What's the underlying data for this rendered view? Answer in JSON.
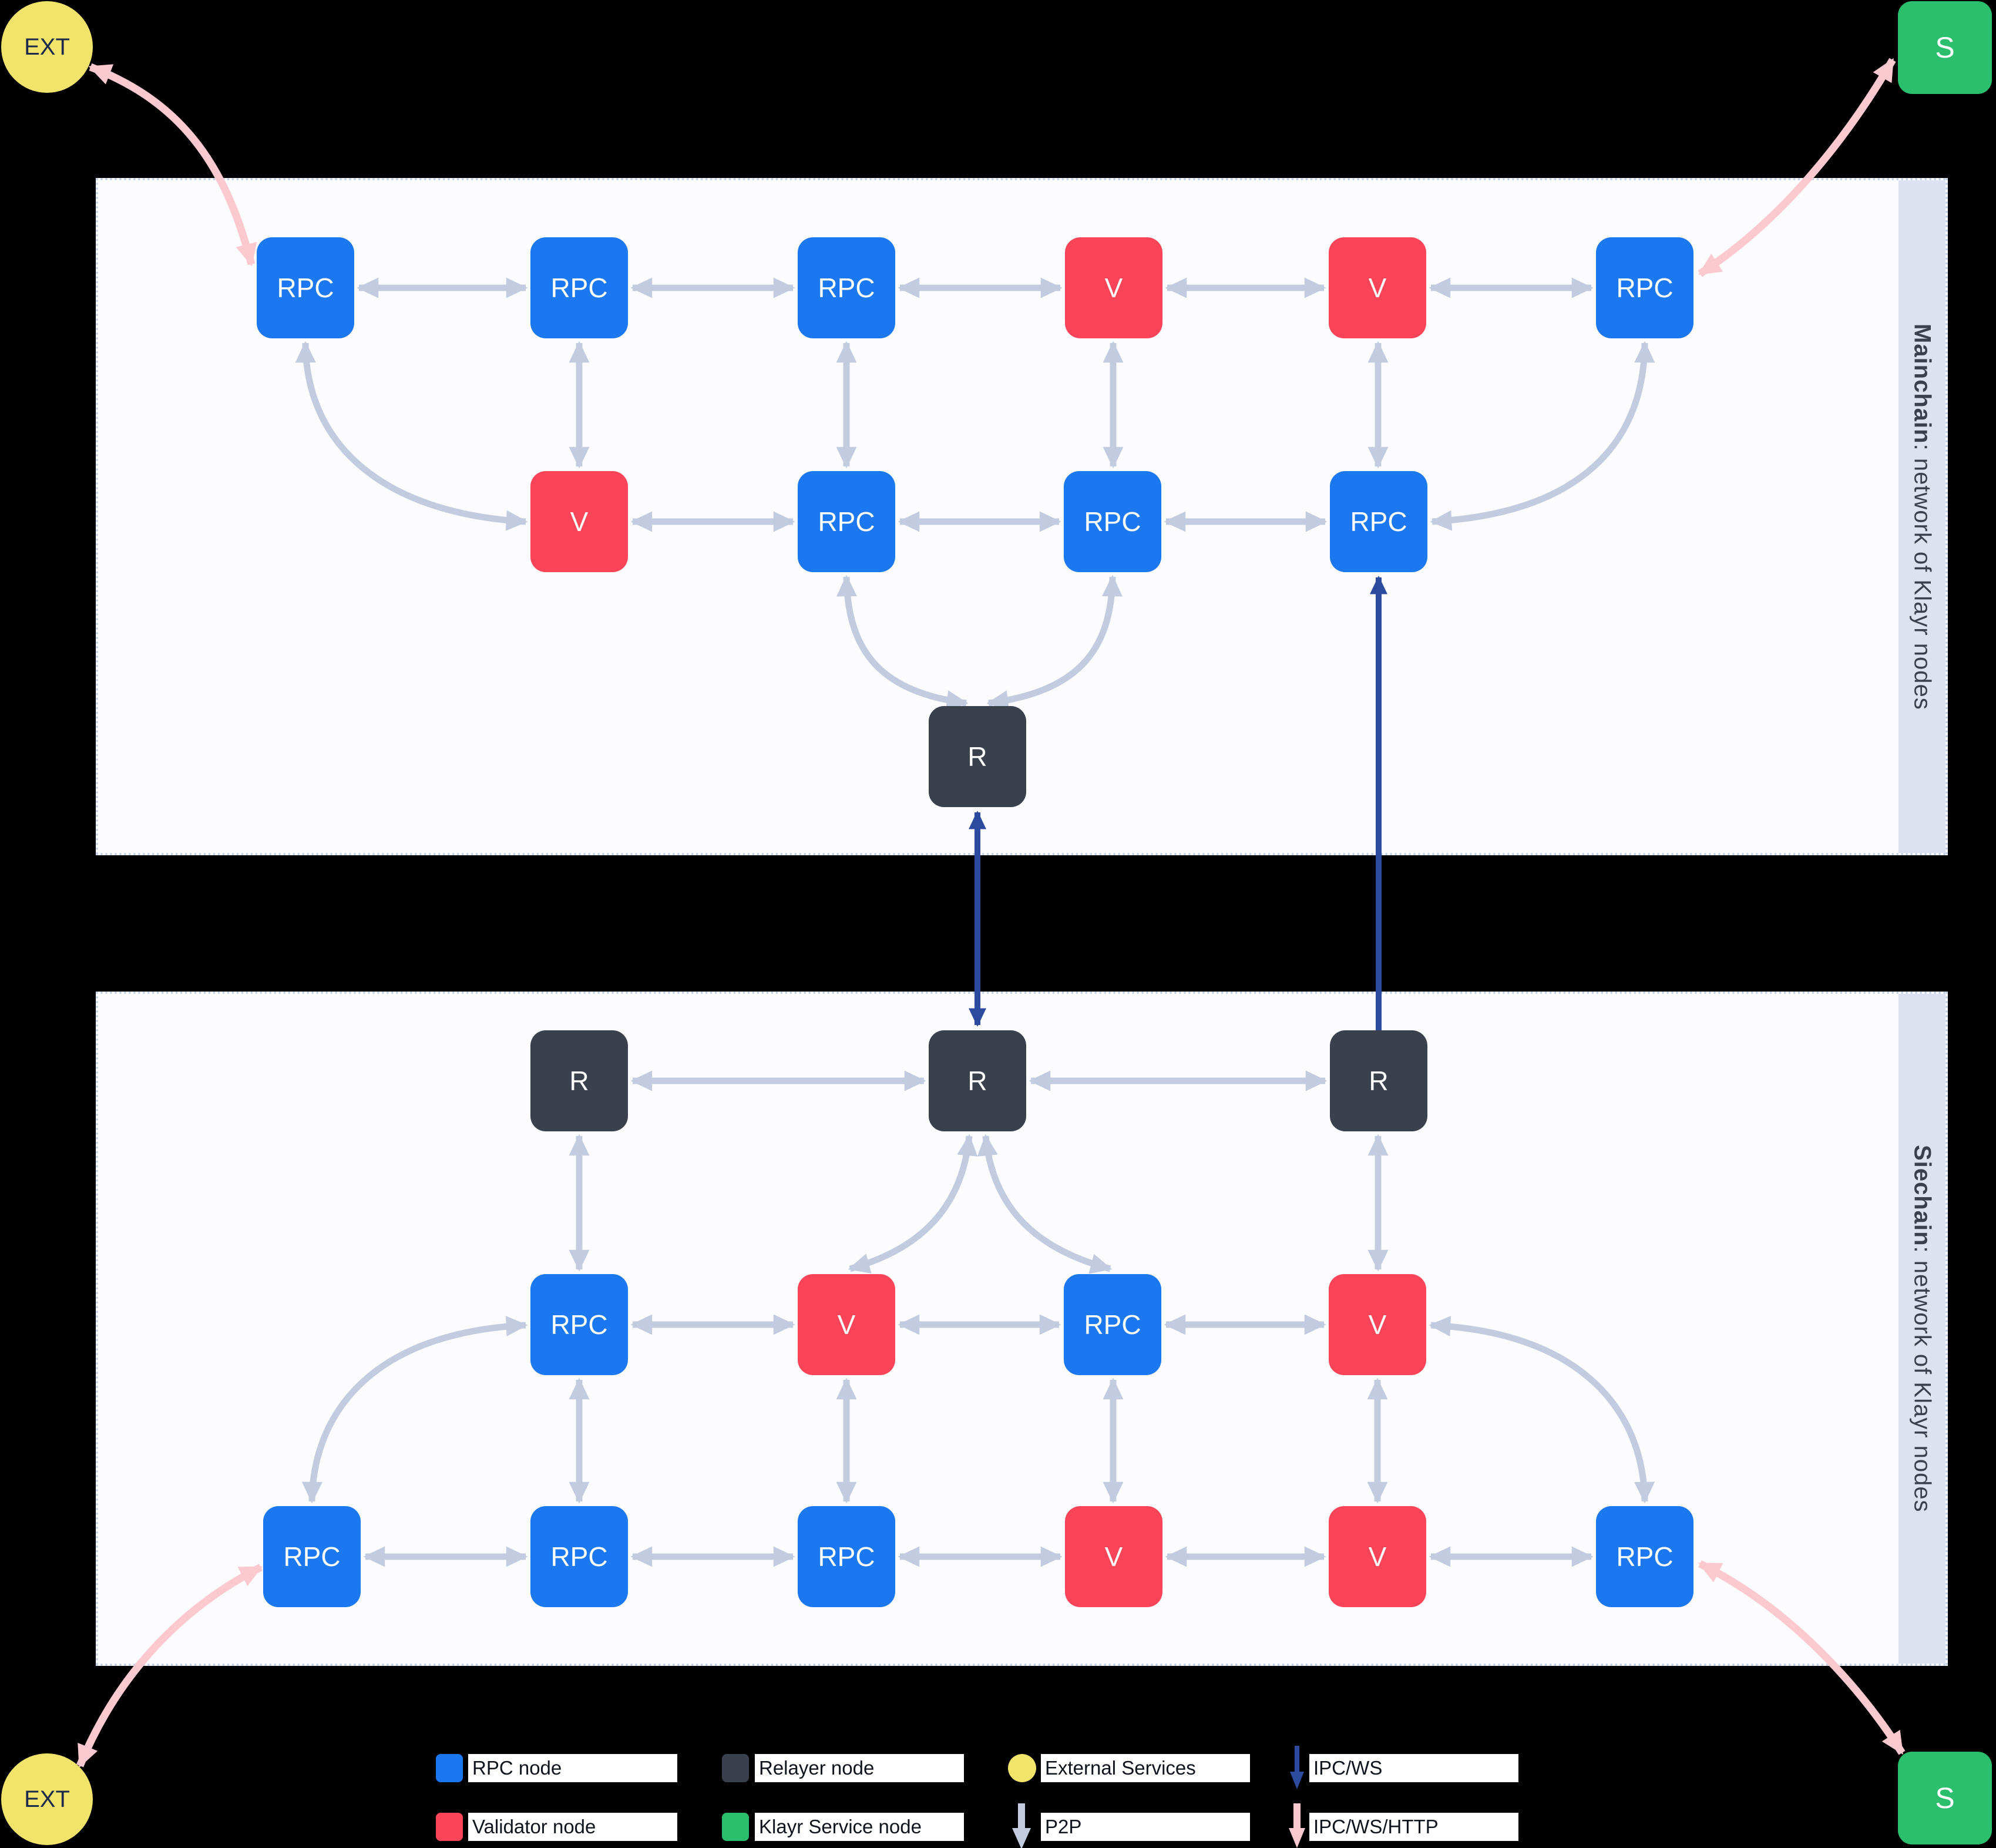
{
  "mainchain": {
    "title_bold": "Mainchain",
    "title_rest": ": network of Klayr nodes",
    "nodes": [
      {
        "label": "RPC",
        "type": "rpc"
      },
      {
        "label": "RPC",
        "type": "rpc"
      },
      {
        "label": "RPC",
        "type": "rpc"
      },
      {
        "label": "V",
        "type": "validator"
      },
      {
        "label": "V",
        "type": "validator"
      },
      {
        "label": "RPC",
        "type": "rpc"
      },
      {
        "label": "V",
        "type": "validator"
      },
      {
        "label": "RPC",
        "type": "rpc"
      },
      {
        "label": "RPC",
        "type": "rpc"
      },
      {
        "label": "RPC",
        "type": "rpc"
      },
      {
        "label": "R",
        "type": "relayer"
      }
    ]
  },
  "sidechain": {
    "title_bold": "Siechain",
    "title_rest": ": network of Klayr nodes",
    "nodes": [
      {
        "label": "R",
        "type": "relayer"
      },
      {
        "label": "R",
        "type": "relayer"
      },
      {
        "label": "R",
        "type": "relayer"
      },
      {
        "label": "RPC",
        "type": "rpc"
      },
      {
        "label": "V",
        "type": "validator"
      },
      {
        "label": "RPC",
        "type": "rpc"
      },
      {
        "label": "V",
        "type": "validator"
      },
      {
        "label": "RPC",
        "type": "rpc"
      },
      {
        "label": "RPC",
        "type": "rpc"
      },
      {
        "label": "RPC",
        "type": "rpc"
      },
      {
        "label": "V",
        "type": "validator"
      },
      {
        "label": "V",
        "type": "validator"
      },
      {
        "label": "RPC",
        "type": "rpc"
      }
    ]
  },
  "external": {
    "ext_label": "EXT",
    "service_label": "S"
  },
  "legend": {
    "items": [
      {
        "label": "RPC node",
        "swatch": "rpc"
      },
      {
        "label": "Relayer node",
        "swatch": "relayer"
      },
      {
        "label": "External Services",
        "swatch": "external"
      },
      {
        "label": "IPC/WS",
        "swatch": "arrow-ipc-ws"
      },
      {
        "label": "Validator node",
        "swatch": "validator"
      },
      {
        "label": "Klayr Service node",
        "swatch": "klayr-service"
      },
      {
        "label": "P2P",
        "swatch": "arrow-p2p"
      },
      {
        "label": "IPC/WS/HTTP",
        "swatch": "arrow-ipc-ws-http"
      }
    ]
  },
  "colors": {
    "rpc_node": "#1B78F0",
    "validator_node": "#FB4457",
    "relayer_node": "#3A414D",
    "klayr_service_node": "#2BBE6C",
    "external_services": "#F2E36A",
    "p2p_arrow": "#C2CBDF",
    "ipc_ws_arrow": "#2C4B9F",
    "ipc_ws_http_arrow": "#FBC9CF",
    "panel_background": "#FCFCFE",
    "panel_strip": "#DCE2EF"
  },
  "connections": {
    "ipc_ws": [
      "Mainchain R ↔ Sidechain middle R",
      "Sidechain right R → Mainchain second-row right RPC"
    ],
    "ipc_ws_http": [
      "External Services ↔ Mainchain top-left RPC",
      "Mainchain top-right RPC ↔ Klayr Service node",
      "Sidechain bottom-left RPC ↔ External Services",
      "Sidechain bottom-right RPC ↔ Klayr Service node"
    ],
    "p2p": "Gray double-headed arrows between neighboring nodes inside each chain network"
  }
}
